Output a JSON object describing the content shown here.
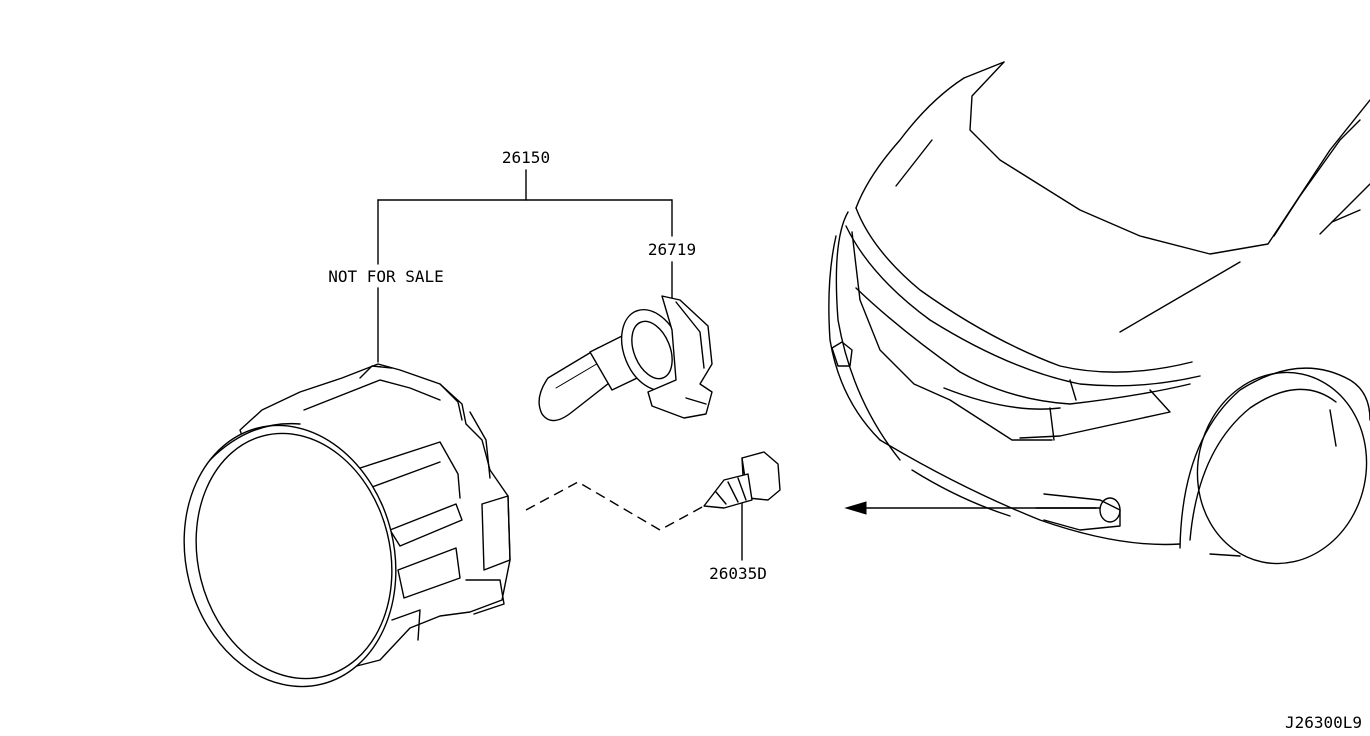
{
  "labels": {
    "fog_lamp_assembly": "26150",
    "bulb": "26719",
    "not_for_sale": "NOT FOR SALE",
    "screw": "26035D",
    "diagram_code": "J26300L9"
  }
}
